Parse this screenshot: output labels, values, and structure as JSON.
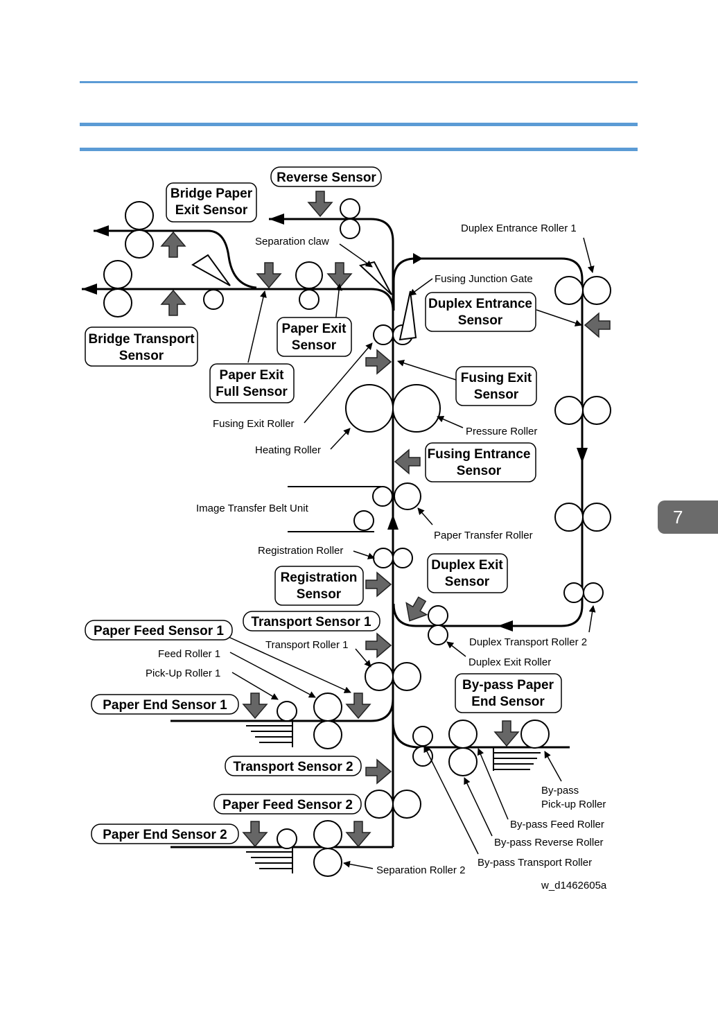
{
  "chapter_tab": "7",
  "figure_id": "w_d1462605a",
  "sensors": {
    "reverse": [
      "Reverse Sensor"
    ],
    "bridge_exit": [
      "Bridge Paper",
      "Exit Sensor"
    ],
    "bridge_transport": [
      "Bridge Transport",
      "Sensor"
    ],
    "paper_exit": [
      "Paper Exit",
      "Sensor"
    ],
    "paper_exit_full": [
      "Paper Exit",
      "Full Sensor"
    ],
    "duplex_entrance": [
      "Duplex Entrance",
      "Sensor"
    ],
    "fusing_exit": [
      "Fusing Exit",
      "Sensor"
    ],
    "fusing_entrance": [
      "Fusing Entrance",
      "Sensor"
    ],
    "registration": [
      "Registration",
      "Sensor"
    ],
    "duplex_exit": [
      "Duplex Exit",
      "Sensor"
    ],
    "transport_1": [
      "Transport Sensor 1"
    ],
    "paper_feed_1": [
      "Paper Feed Sensor 1"
    ],
    "paper_end_1": [
      "Paper End Sensor 1"
    ],
    "bypass_end": [
      "By-pass Paper",
      "End Sensor"
    ],
    "transport_2": [
      "Transport Sensor 2"
    ],
    "paper_feed_2": [
      "Paper Feed Sensor 2"
    ],
    "paper_end_2": [
      "Paper End Sensor 2"
    ]
  },
  "labels": {
    "separation_claw": "Separation claw",
    "duplex_entrance_roller_1": "Duplex Entrance Roller 1",
    "fusing_junction_gate": "Fusing Junction Gate",
    "fusing_exit_roller": "Fusing Exit Roller",
    "pressure_roller": "Pressure Roller",
    "heating_roller": "Heating Roller",
    "image_transfer_belt_unit": "Image Transfer Belt Unit",
    "paper_transfer_roller": "Paper Transfer Roller",
    "registration_roller": "Registration Roller",
    "duplex_transport_roller_2": "Duplex Transport Roller 2",
    "transport_roller_1": "Transport Roller 1",
    "duplex_exit_roller": "Duplex Exit Roller",
    "feed_roller_1": "Feed Roller 1",
    "pickup_roller_1": "Pick-Up Roller 1",
    "bypass_pickup_roller": [
      "By-pass",
      "Pick-up Roller"
    ],
    "bypass_feed_roller": "By-pass Feed Roller",
    "bypass_reverse_roller": "By-pass Reverse Roller",
    "bypass_transport_roller": "By-pass Transport Roller",
    "separation_roller_2": "Separation Roller 2"
  }
}
